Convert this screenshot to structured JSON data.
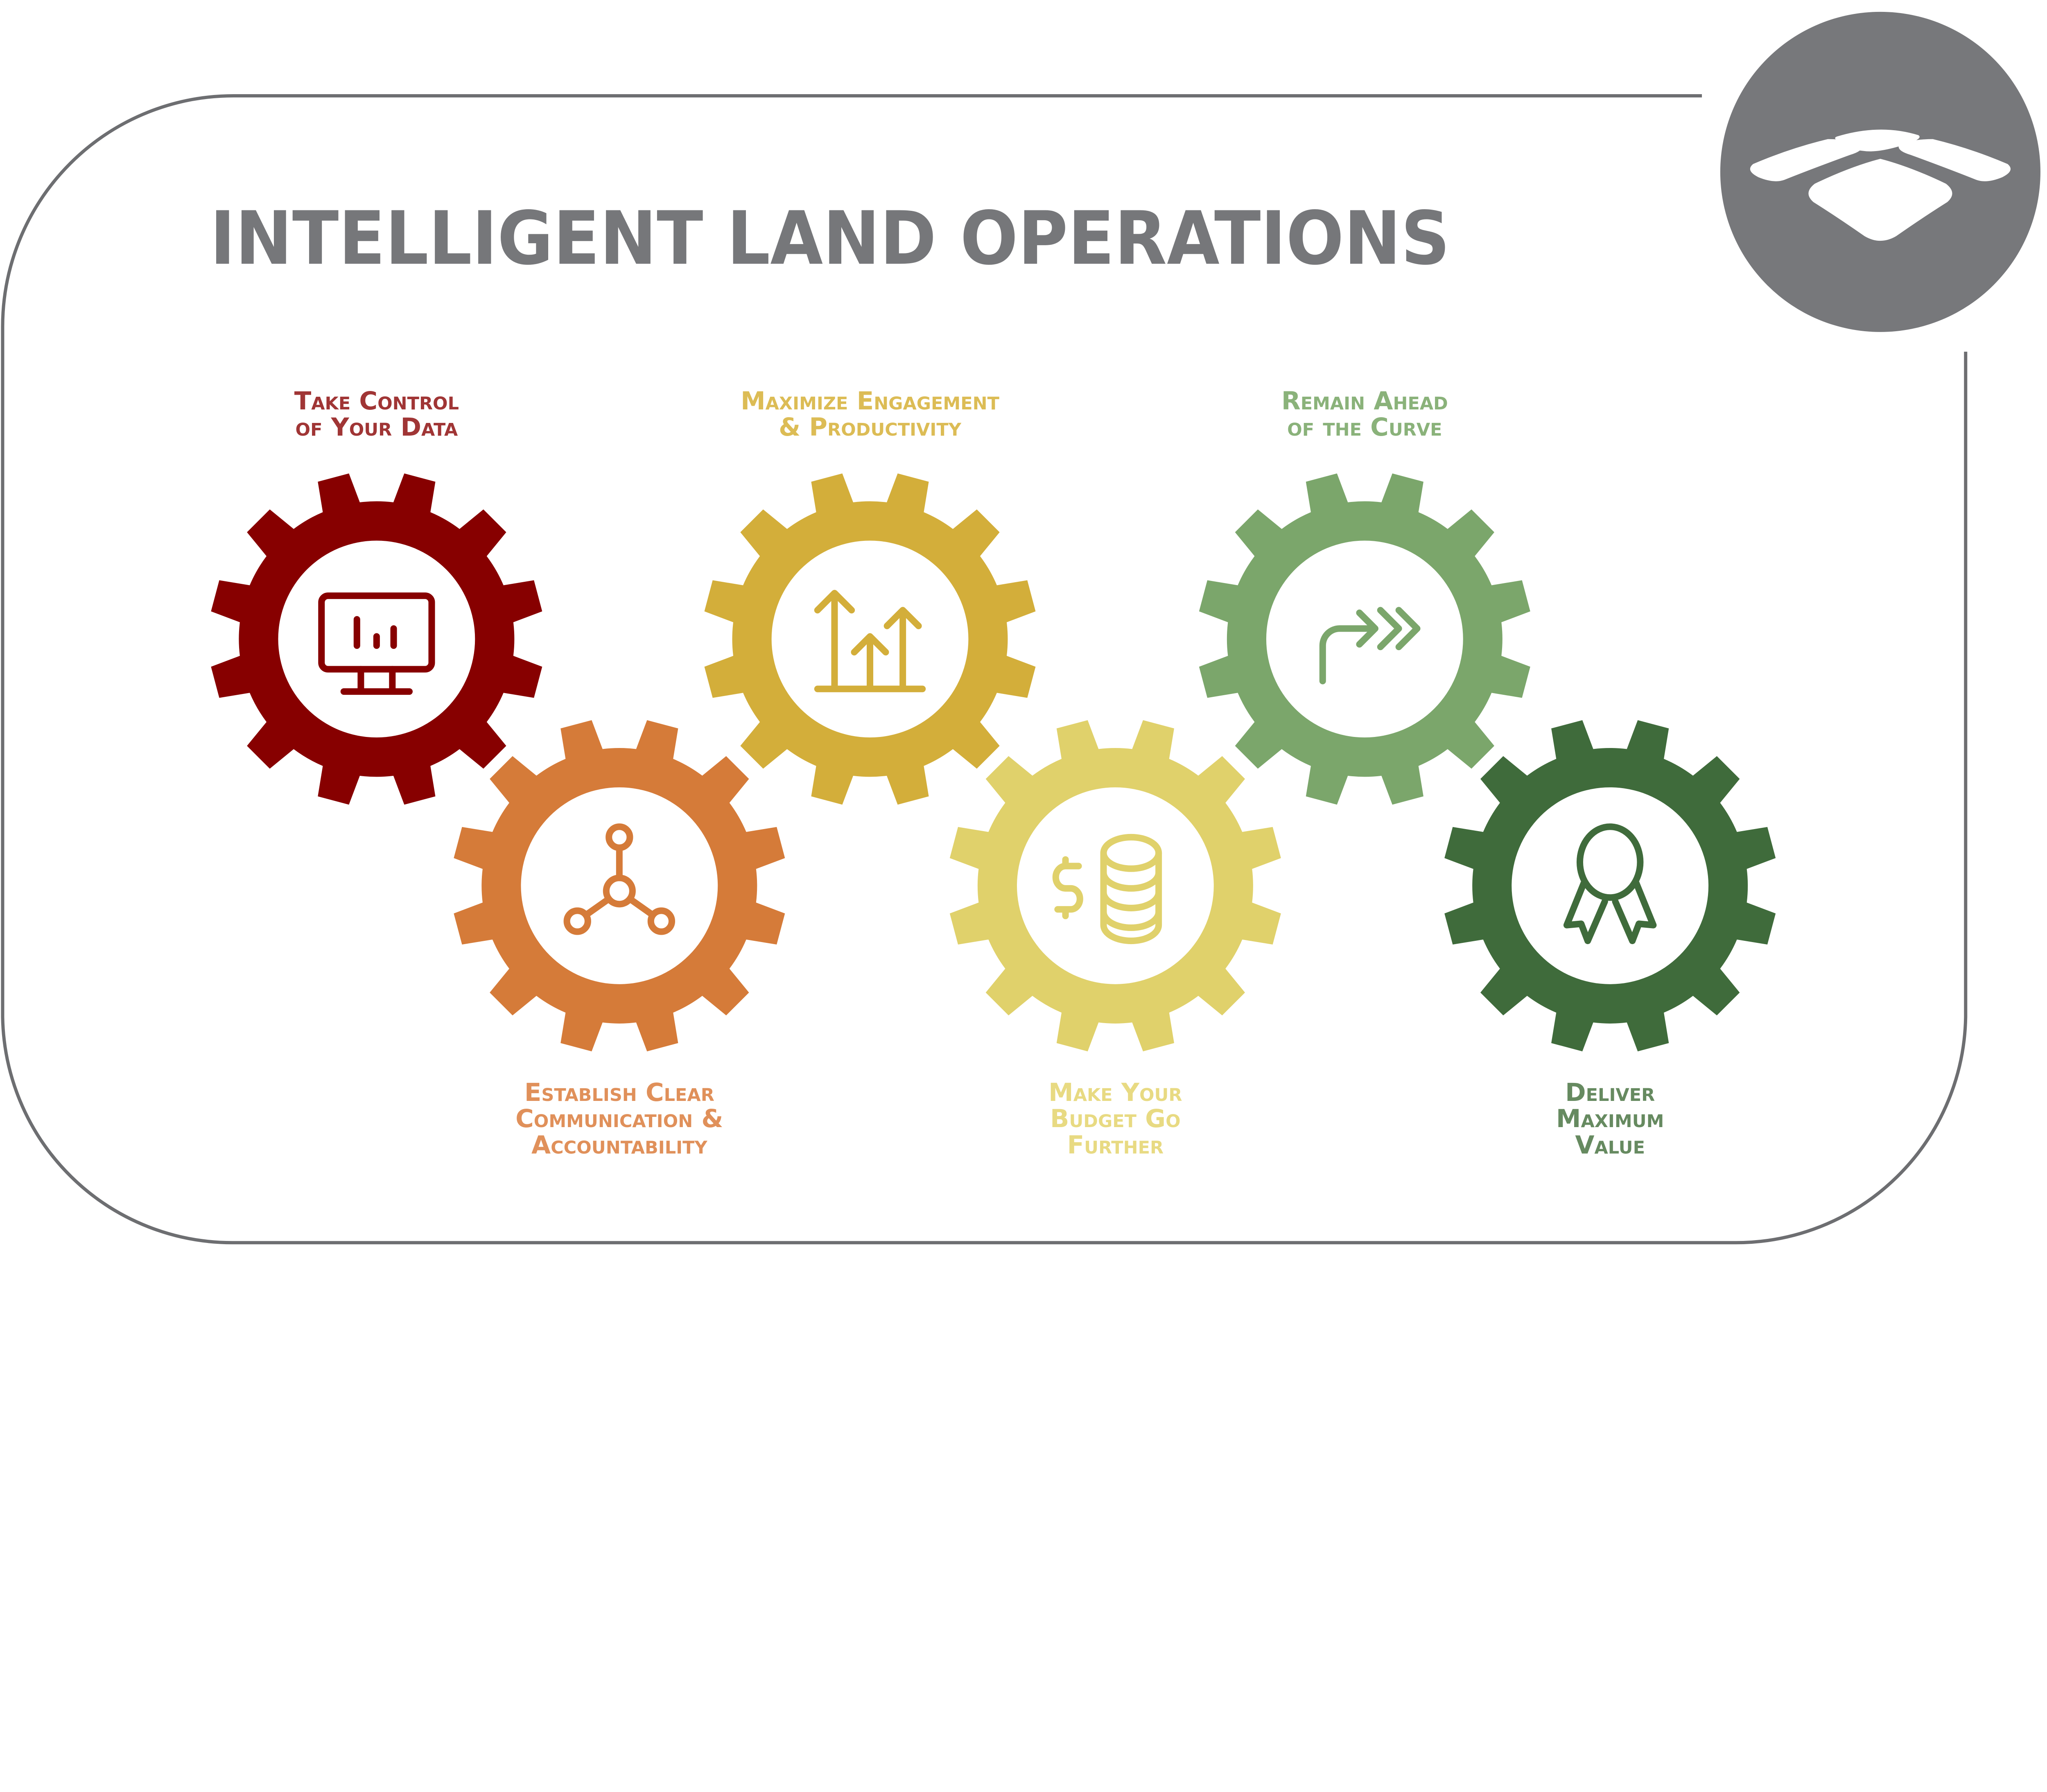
{
  "title": "INTELLIGENT LAND OPERATIONS",
  "logo": {
    "icon": "four-diamond-tiles-logo",
    "color": "#77787b"
  },
  "border_color": "#6d6e71",
  "gears": [
    {
      "id": "data",
      "color": "#870000",
      "label_color": "#a03535",
      "icon": "monitor-chart-icon",
      "label": [
        "Take Control",
        "of Your Data"
      ],
      "label_position": "top"
    },
    {
      "id": "communication",
      "color": "#d57b39",
      "label_color": "#e0905a",
      "icon": "network-nodes-icon",
      "label": [
        "Establish Clear",
        "Communication &",
        "Accountability"
      ],
      "label_position": "bottom"
    },
    {
      "id": "engagement",
      "color": "#d3ae3a",
      "label_color": "#dcbc55",
      "icon": "growth-arrows-icon",
      "label": [
        "Maximize Engagement",
        "& Productivity"
      ],
      "label_position": "top"
    },
    {
      "id": "budget",
      "color": "#e0d16b",
      "label_color": "#e8da82",
      "icon": "dollar-coins-icon",
      "label": [
        "Make Your",
        "Budget Go",
        "Further"
      ],
      "label_position": "bottom"
    },
    {
      "id": "curve",
      "color": "#7ba66b",
      "label_color": "#8ab27a",
      "icon": "forward-arrow-icon",
      "label": [
        "Remain Ahead",
        "of the Curve"
      ],
      "label_position": "top"
    },
    {
      "id": "value",
      "color": "#3f6b3b",
      "label_color": "#668a60",
      "icon": "award-ribbon-icon",
      "label": [
        "Deliver",
        "Maximum",
        "Value"
      ],
      "label_position": "bottom"
    }
  ]
}
